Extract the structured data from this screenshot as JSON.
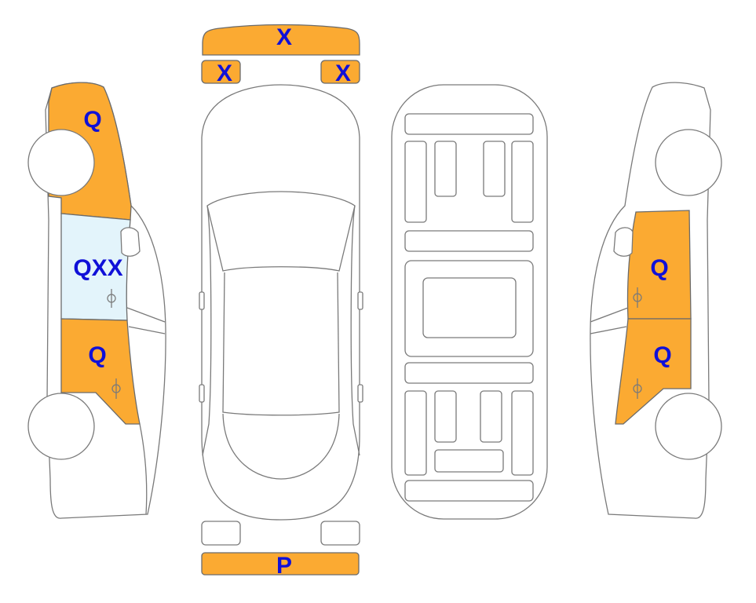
{
  "colors": {
    "damage_fill": "#FBAA32",
    "glass_fill": "#E3F4FB",
    "label_color": "#1010D8",
    "outline": "#7A7A7A"
  },
  "labels": {
    "front_bumper": "X",
    "left_headlight": "X",
    "right_headlight": "X",
    "rear_bumper": "P",
    "left_front_fender": "Q",
    "left_front_door_glass": "QXX",
    "left_rear_door": "Q",
    "right_front_door": "Q",
    "right_rear_door": "Q"
  }
}
